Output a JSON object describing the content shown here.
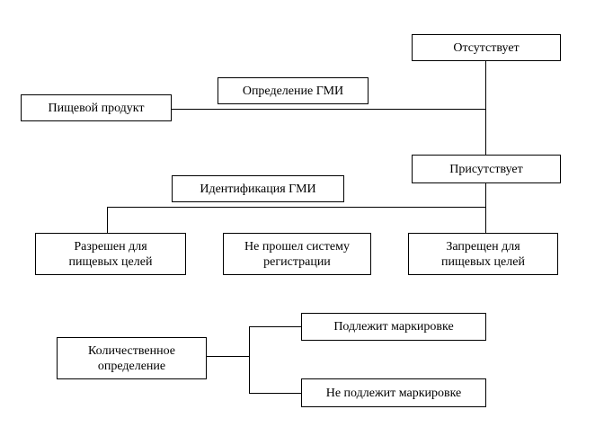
{
  "nodes": {
    "absent": "Отсутствует",
    "gmo_detection": "Определение ГМИ",
    "food_product": "Пищевой продукт",
    "present": "Присутствует",
    "gmo_identification": "Идентификация ГМИ",
    "permitted": "Разрешен для\nпищевых целей",
    "not_registered": "Не прошел систему\nрегистрации",
    "prohibited": "Запрещен для\nпищевых целей",
    "subject_to_labeling": "Подлежит маркировке",
    "quantitative": "Количественное\nопределение",
    "not_subject_to_labeling": "Не подлежит маркировке"
  }
}
